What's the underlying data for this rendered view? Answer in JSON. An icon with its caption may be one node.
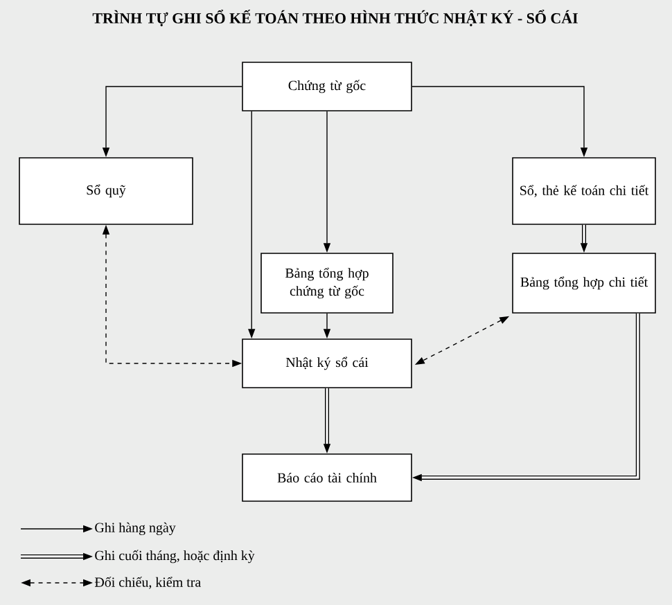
{
  "diagram": {
    "title": "TRÌNH TỰ GHI SỔ KẾ TOÁN THEO HÌNH THỨC NHẬT KÝ - SỔ CÁI",
    "nodes": [
      {
        "text": [
          "Chứng từ gốc"
        ]
      },
      {
        "text": [
          "Sổ quỹ"
        ]
      },
      {
        "text": [
          "Sổ, thẻ kế toán chi tiết"
        ]
      },
      {
        "text": [
          "Bảng tổng hợp chứng từ gốc"
        ]
      },
      {
        "text": [
          "Bảng tổng hợp chi tiết"
        ]
      },
      {
        "text": [
          "Nhật ký sổ cái"
        ]
      },
      {
        "text": [
          "Báo cáo tài chính"
        ]
      }
    ],
    "edges": [
      {
        "from": 0,
        "to": 1,
        "arrow": "to"
      },
      {
        "from": 0,
        "to": 2,
        "arrow": "to"
      },
      {
        "from": 0,
        "to": 3,
        "arrow": "to"
      },
      {
        "from": 0,
        "to": 5,
        "arrow": "to"
      },
      {
        "from": 2,
        "to": 4,
        "arrow": "to",
        "style": "thick"
      },
      {
        "from": 3,
        "to": 5,
        "arrow": "to"
      },
      {
        "from": 1,
        "to": 5,
        "arrow": "both",
        "style": "dashed"
      },
      {
        "from": 4,
        "to": 5,
        "arrow": "both",
        "style": "dashed"
      },
      {
        "from": 5,
        "to": 6,
        "arrow": "to",
        "style": "thick"
      },
      {
        "from": 4,
        "to": 6,
        "arrow": "to",
        "style": "thick"
      }
    ],
    "legend": [
      {
        "text": "Ghi hàng ngày"
      },
      {
        "text": "Ghi cuối tháng, hoặc định kỳ"
      },
      {
        "text": "Đối chiếu, kiểm tra"
      }
    ]
  }
}
